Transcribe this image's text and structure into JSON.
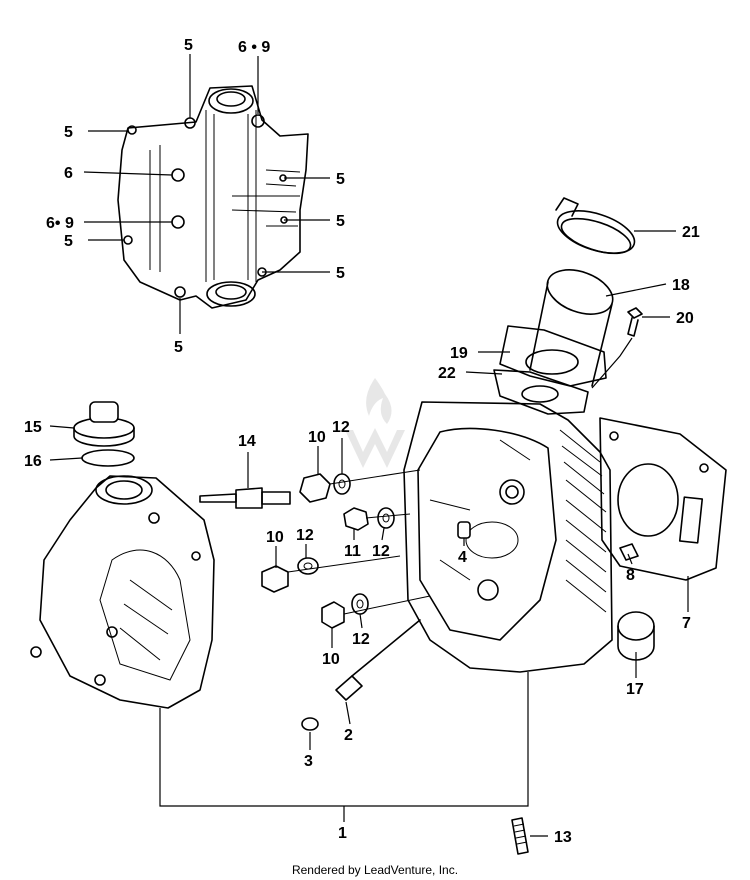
{
  "footer": "Rendered by LeadVenture, Inc.",
  "callouts": {
    "c1": "1",
    "c2": "2",
    "c3": "3",
    "c4": "4",
    "c5a": "5",
    "c5b": "5",
    "c5c": "5",
    "c5d": "5",
    "c5e": "5",
    "c5f": "5",
    "c5g": "5",
    "c69a": "6 • 9",
    "c6": "6",
    "c69b": "6• 9",
    "c7": "7",
    "c8": "8",
    "c10a": "10",
    "c10b": "10",
    "c10c": "10",
    "c11": "11",
    "c12a": "12",
    "c12b": "12",
    "c12c": "12",
    "c12d": "12",
    "c13": "13",
    "c14": "14",
    "c15": "15",
    "c16": "16",
    "c17": "17",
    "c18": "18",
    "c19": "19",
    "c20": "20",
    "c21": "21",
    "c22": "22"
  }
}
